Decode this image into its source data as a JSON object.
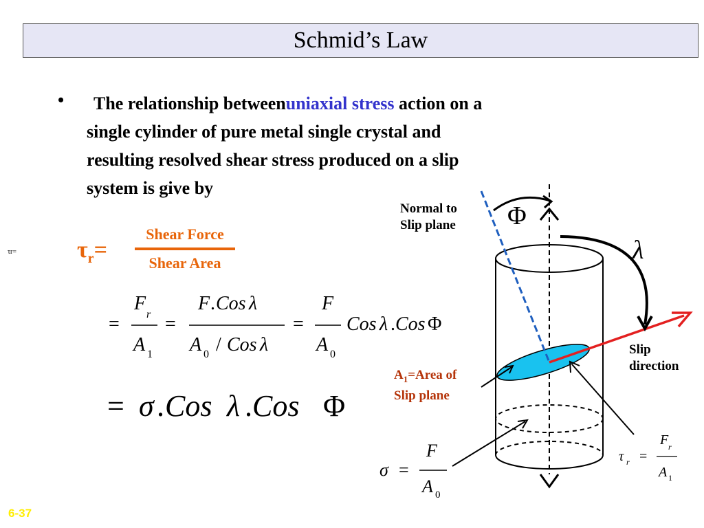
{
  "title": "Schmid’s Law",
  "bullet": {
    "marker": "•",
    "part1": "The relationship between ",
    "highlight": "uniaxial stress",
    "part2": " action on a",
    "line2": "single cylinder of pure metal single crystal and",
    "line3": "resulting resolved shear stress produced on a slip",
    "line4": "system is give by"
  },
  "tiny_label": "τr=",
  "tau_def": {
    "symbol": "τ",
    "sub": "r",
    "eq": "=",
    "numerator": "Shear Force",
    "denominator": "Shear Area"
  },
  "diagram_labels": {
    "normal_line1": "Normal to",
    "normal_line2": "Slip plane",
    "phi": "Φ",
    "lambda": "λ",
    "slip_line1": "Slip",
    "slip_line2": "direction",
    "area_a": "A",
    "area_sub": "1",
    "area_rest": "=Area of",
    "area_line2": "Slip plane"
  },
  "slide_number": "6-37",
  "colors": {
    "orange": "#e8650a",
    "blue_highlight": "#3333cc",
    "brown_label": "#b5340a",
    "title_bg": "#e6e6f5",
    "slip_plane_fill": "#19c2ef",
    "slip_arrow": "#e32020",
    "normal_line": "#1f5fbf",
    "slide_number": "#ffee00"
  }
}
